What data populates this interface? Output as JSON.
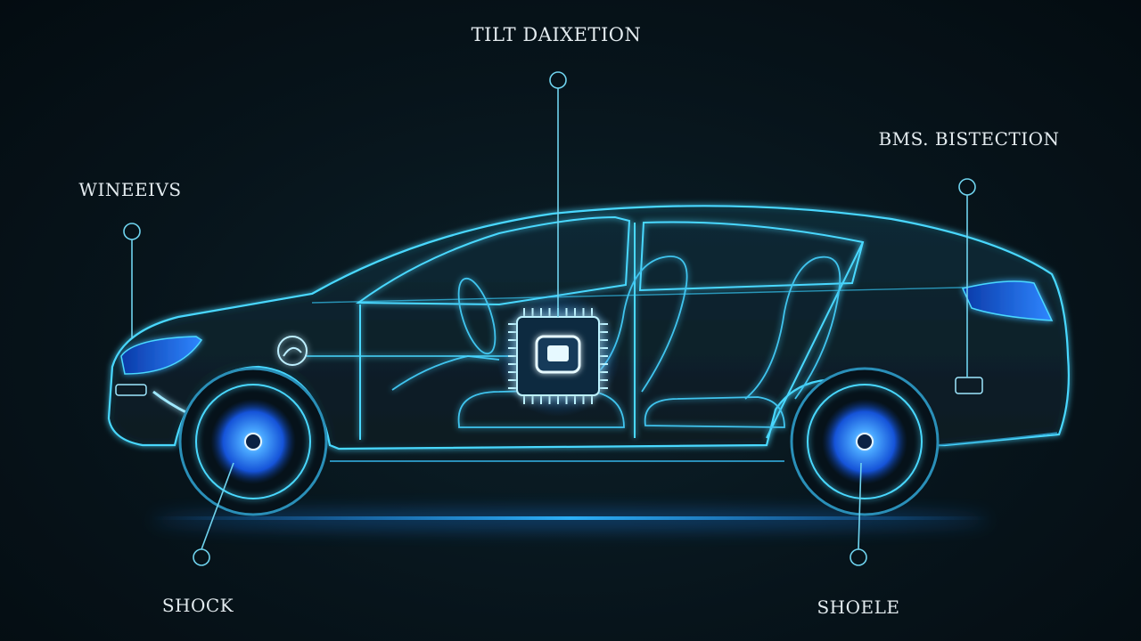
{
  "labels": {
    "top": "TILT DAIXETION",
    "top_right": "BMS. BISTECTION",
    "left": "WINEEIVS",
    "bottom_left": "SHOCK",
    "bottom_right": "SHOELE"
  },
  "colors": {
    "background": "#07141b",
    "outline": "#4ad8ff",
    "glow": "#1e8cff",
    "callout": "#6fd3ee",
    "text": "#e3ebef"
  },
  "icons": {
    "central_module": "chip-icon",
    "wheels": "wheel-hub-icon",
    "dashboard": "gauge-icon"
  }
}
